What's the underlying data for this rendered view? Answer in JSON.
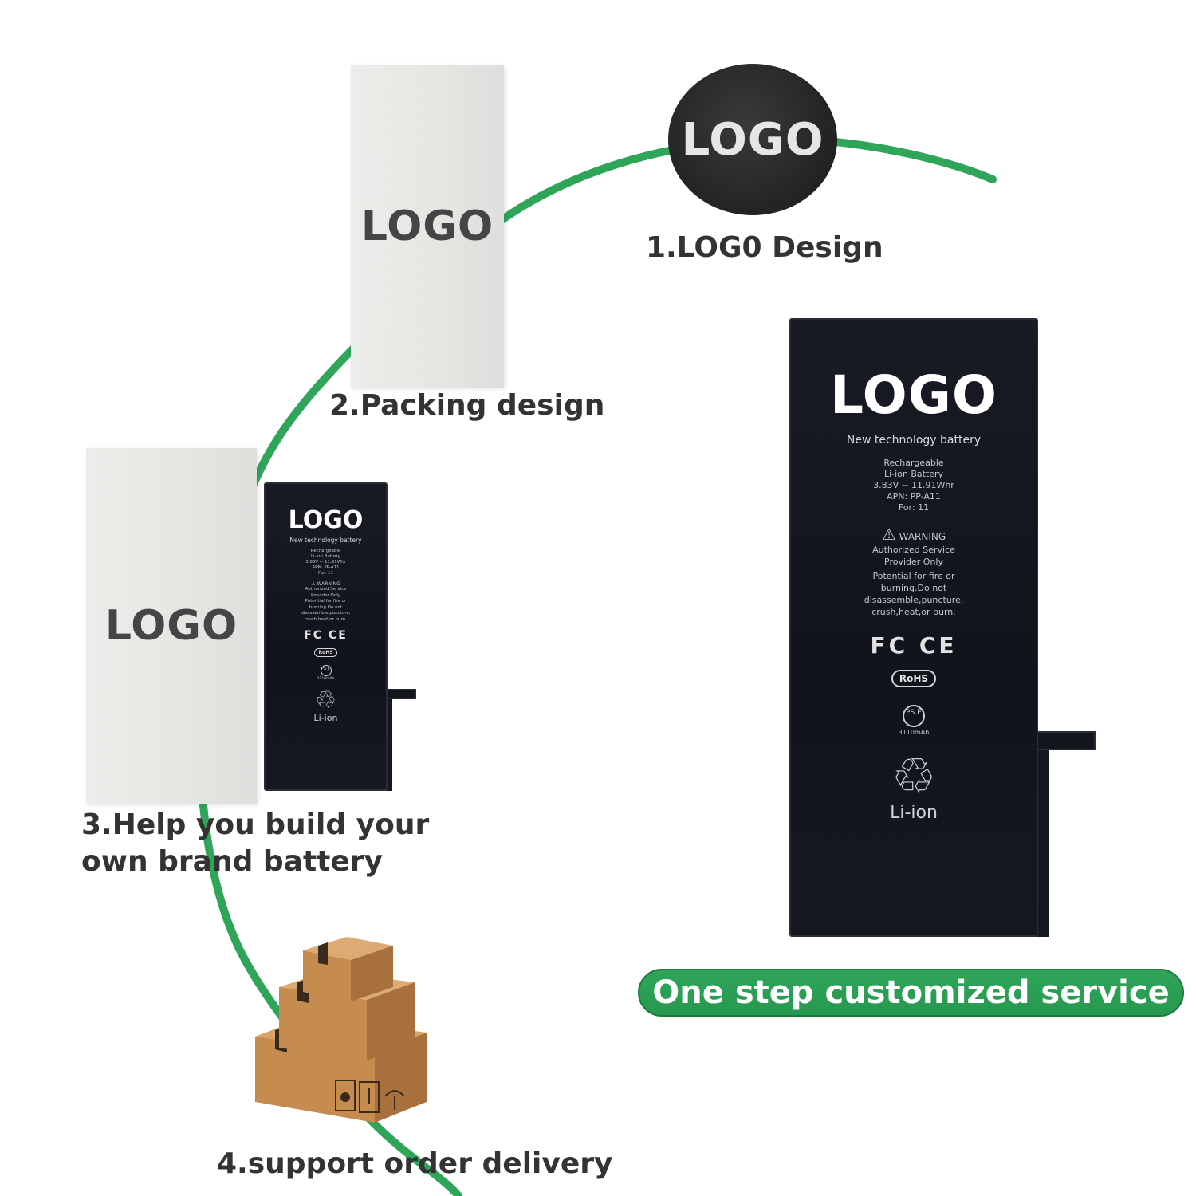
{
  "steps": {
    "step1": "1.LOG0 Design",
    "step2": "2.Packing design",
    "step3_line1": "3.Help you build your",
    "step3_line2": "own brand battery",
    "step4": "4.support order delivery"
  },
  "logos": {
    "circle": "LOGO",
    "box1": "LOGO",
    "box2": "LOGO"
  },
  "battery": {
    "logo": "LOGO",
    "tagline": "New technology battery",
    "spec_lines": [
      "Rechargeable",
      "Li-ion Battery",
      "3.83V ⎓ 11.91Whr",
      "APN: PP-A11",
      "For: 11"
    ],
    "warning": "WARNING",
    "warning_lines": [
      "Authorized Service",
      "Provider Only",
      "Potential for fire or",
      "burning.Do not",
      "disassemble,puncture,",
      "crush,heat,or burn."
    ],
    "marks": "FC CE",
    "rohs": "RoHS",
    "pse": "PS E",
    "capacity": "3110mAh",
    "chemistry": "Li-ion"
  },
  "service_label": "One step customized service",
  "colors": {
    "path_green": "#2fa55a",
    "pill_green": "#2fa55a",
    "battery_black": "#14161e",
    "carton_brown": "#c68b4f"
  },
  "icons": {
    "warning": "warning-triangle-icon",
    "recycle": "recycle-icon",
    "carton": "carton-stack-icon"
  }
}
